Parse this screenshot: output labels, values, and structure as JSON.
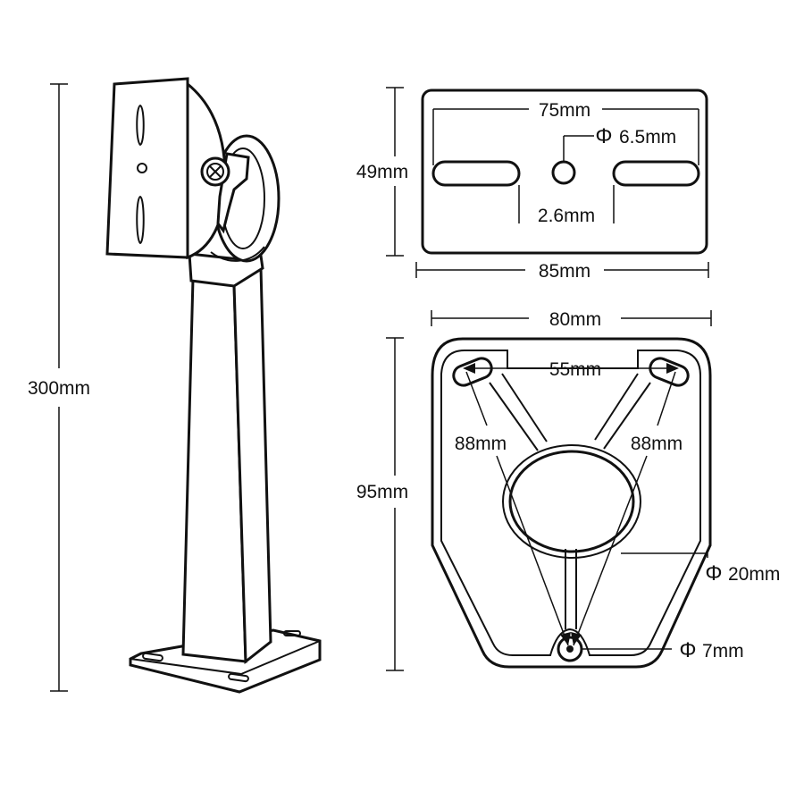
{
  "dimensions": {
    "total_height": "300mm",
    "plate_height": "49mm",
    "plate_width": "85mm",
    "slot_spacing": "75mm",
    "center_hole": "6.5mm",
    "slot_width": "2.6mm",
    "base_width": "80mm",
    "base_height": "95mm",
    "top_hole_spacing": "55mm",
    "left_diagonal": "88mm",
    "right_diagonal": "88mm",
    "center_opening": "20mm",
    "bottom_hole": "7mm"
  },
  "symbols": {
    "diameter": "Φ"
  }
}
